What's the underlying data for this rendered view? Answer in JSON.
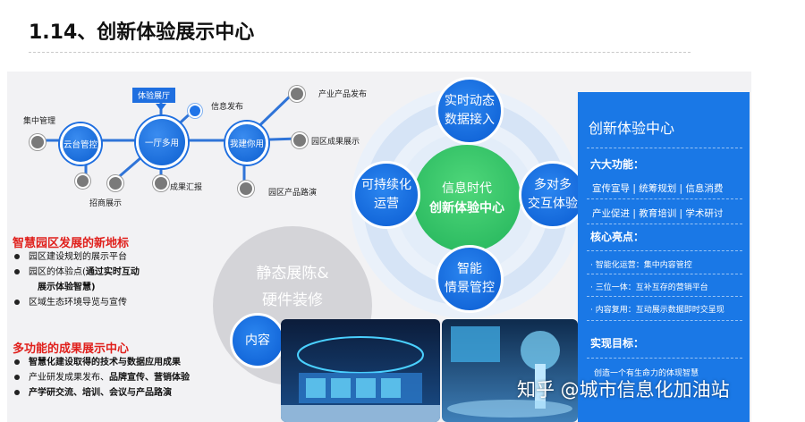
{
  "title": "1.14、创新体验展示中心",
  "network": {
    "callout": "体验展厅",
    "hubs": [
      "云台管控",
      "一厅多用",
      "我建你用"
    ],
    "labels": {
      "jizhong": "集中管理",
      "zhaoshang": "招商展示",
      "chengguo": "成果汇报",
      "xinxi": "信息发布",
      "chanye": "产业产品发布",
      "yuanqu_cg": "园区成果展示",
      "yuanqu_cp": "园区产品路演"
    }
  },
  "section1": {
    "heading": "智慧园区发展的新地标",
    "items": [
      {
        "pre": "园区建设规划的展示平台",
        "bold": ""
      },
      {
        "pre": "园区的体验点(",
        "bold": "通过实时互动"
      },
      {
        "pre": "",
        "bold": "展示体验智慧)"
      },
      {
        "pre": "区域生态环境导览与宣传",
        "bold": ""
      }
    ]
  },
  "section2": {
    "heading": "多功能的成果展示中心",
    "items": [
      {
        "pre": "",
        "bold": "智慧化建设取得的技术与数据应用成果"
      },
      {
        "pre": "产业研发成果发布、",
        "bold": "品牌宣传、营销体验"
      },
      {
        "pre": "",
        "bold": "产学研交流、培训、会议与产品路演"
      }
    ]
  },
  "circles": {
    "gray_big": "静态展陈&",
    "gray_big2": "硬件装修",
    "neirong": "内容",
    "center1": "信息时代",
    "center2": "创新体验中心",
    "top1": "实时动态",
    "top2": "数据接入",
    "left1": "可持续化",
    "left2": "运营",
    "right1": "多对多",
    "right2": "交互体验",
    "bottom1": "智能",
    "bottom2": "情景管控"
  },
  "right_panel": {
    "title": "创新体验中心",
    "funcs_head": "六大功能：",
    "funcs_line1": "宣传宣导 | 统筹规划 | 信息消费",
    "funcs_line2": "产业促进 | 教育培训 | 学术研讨",
    "core_head": "核心亮点：",
    "core1": "· 智能化运营：集中内容管控",
    "core2": "· 三位一体：互补互存的营销平台",
    "core3": "· 内容复用：互动展示数据即时交呈现",
    "goal_head": "实现目标：",
    "goal1": "创造一个有生命力的体现智慧"
  },
  "watermark": "知乎 @城市信息化加油站",
  "colors": {
    "accent_blue": "#1a78e6",
    "red": "#e0201c",
    "green": "#22b35a"
  }
}
